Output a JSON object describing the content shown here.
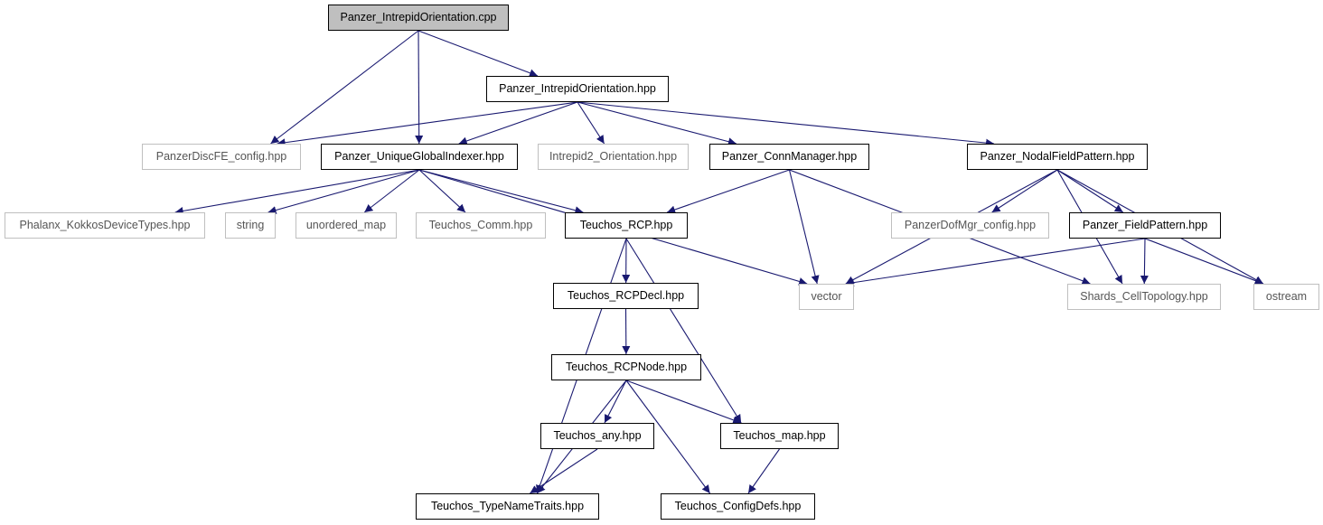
{
  "diagram": {
    "style": {
      "edge_color": "#191970",
      "root_fill": "#bfbfbf",
      "documented_border": "#000000",
      "external_border": "#bfbfbf"
    },
    "nodes": {
      "root": "Panzer_IntrepidOrientation.cpp",
      "orient_hpp": "Panzer_IntrepidOrientation.hpp",
      "discfe_config": "PanzerDiscFE_config.hpp",
      "ugi": "Panzer_UniqueGlobalIndexer.hpp",
      "intrepid2_orient": "Intrepid2_Orientation.hpp",
      "connmgr": "Panzer_ConnManager.hpp",
      "nodalfp": "Panzer_NodalFieldPattern.hpp",
      "phalanx": "Phalanx_KokkosDeviceTypes.hpp",
      "string": "string",
      "unordered_map": "unordered_map",
      "comm": "Teuchos_Comm.hpp",
      "rcp": "Teuchos_RCP.hpp",
      "vector": "vector",
      "dofmgr_config": "PanzerDofMgr_config.hpp",
      "fieldpattern": "Panzer_FieldPattern.hpp",
      "celltopo": "Shards_CellTopology.hpp",
      "ostream": "ostream",
      "rcpdecl": "Teuchos_RCPDecl.hpp",
      "rcpnode": "Teuchos_RCPNode.hpp",
      "any": "Teuchos_any.hpp",
      "map": "Teuchos_map.hpp",
      "typenametraits": "Teuchos_TypeNameTraits.hpp",
      "configdefs": "Teuchos_ConfigDefs.hpp"
    },
    "edges": [
      [
        "root",
        "discfe_config"
      ],
      [
        "root",
        "ugi"
      ],
      [
        "root",
        "orient_hpp"
      ],
      [
        "orient_hpp",
        "discfe_config"
      ],
      [
        "orient_hpp",
        "ugi"
      ],
      [
        "orient_hpp",
        "intrepid2_orient"
      ],
      [
        "orient_hpp",
        "connmgr"
      ],
      [
        "orient_hpp",
        "nodalfp"
      ],
      [
        "ugi",
        "phalanx"
      ],
      [
        "ugi",
        "string"
      ],
      [
        "ugi",
        "unordered_map"
      ],
      [
        "ugi",
        "comm"
      ],
      [
        "ugi",
        "rcp"
      ],
      [
        "ugi",
        "vector"
      ],
      [
        "connmgr",
        "rcp"
      ],
      [
        "connmgr",
        "vector"
      ],
      [
        "connmgr",
        "celltopo"
      ],
      [
        "nodalfp",
        "vector"
      ],
      [
        "nodalfp",
        "dofmgr_config"
      ],
      [
        "nodalfp",
        "fieldpattern"
      ],
      [
        "nodalfp",
        "celltopo"
      ],
      [
        "nodalfp",
        "ostream"
      ],
      [
        "fieldpattern",
        "vector"
      ],
      [
        "fieldpattern",
        "celltopo"
      ],
      [
        "fieldpattern",
        "ostream"
      ],
      [
        "rcp",
        "rcpdecl"
      ],
      [
        "rcp",
        "typenametraits"
      ],
      [
        "rcp",
        "map"
      ],
      [
        "rcpdecl",
        "rcpnode"
      ],
      [
        "rcpnode",
        "any"
      ],
      [
        "rcpnode",
        "map"
      ],
      [
        "rcpnode",
        "typenametraits"
      ],
      [
        "rcpnode",
        "configdefs"
      ],
      [
        "any",
        "typenametraits"
      ],
      [
        "map",
        "configdefs"
      ]
    ]
  }
}
